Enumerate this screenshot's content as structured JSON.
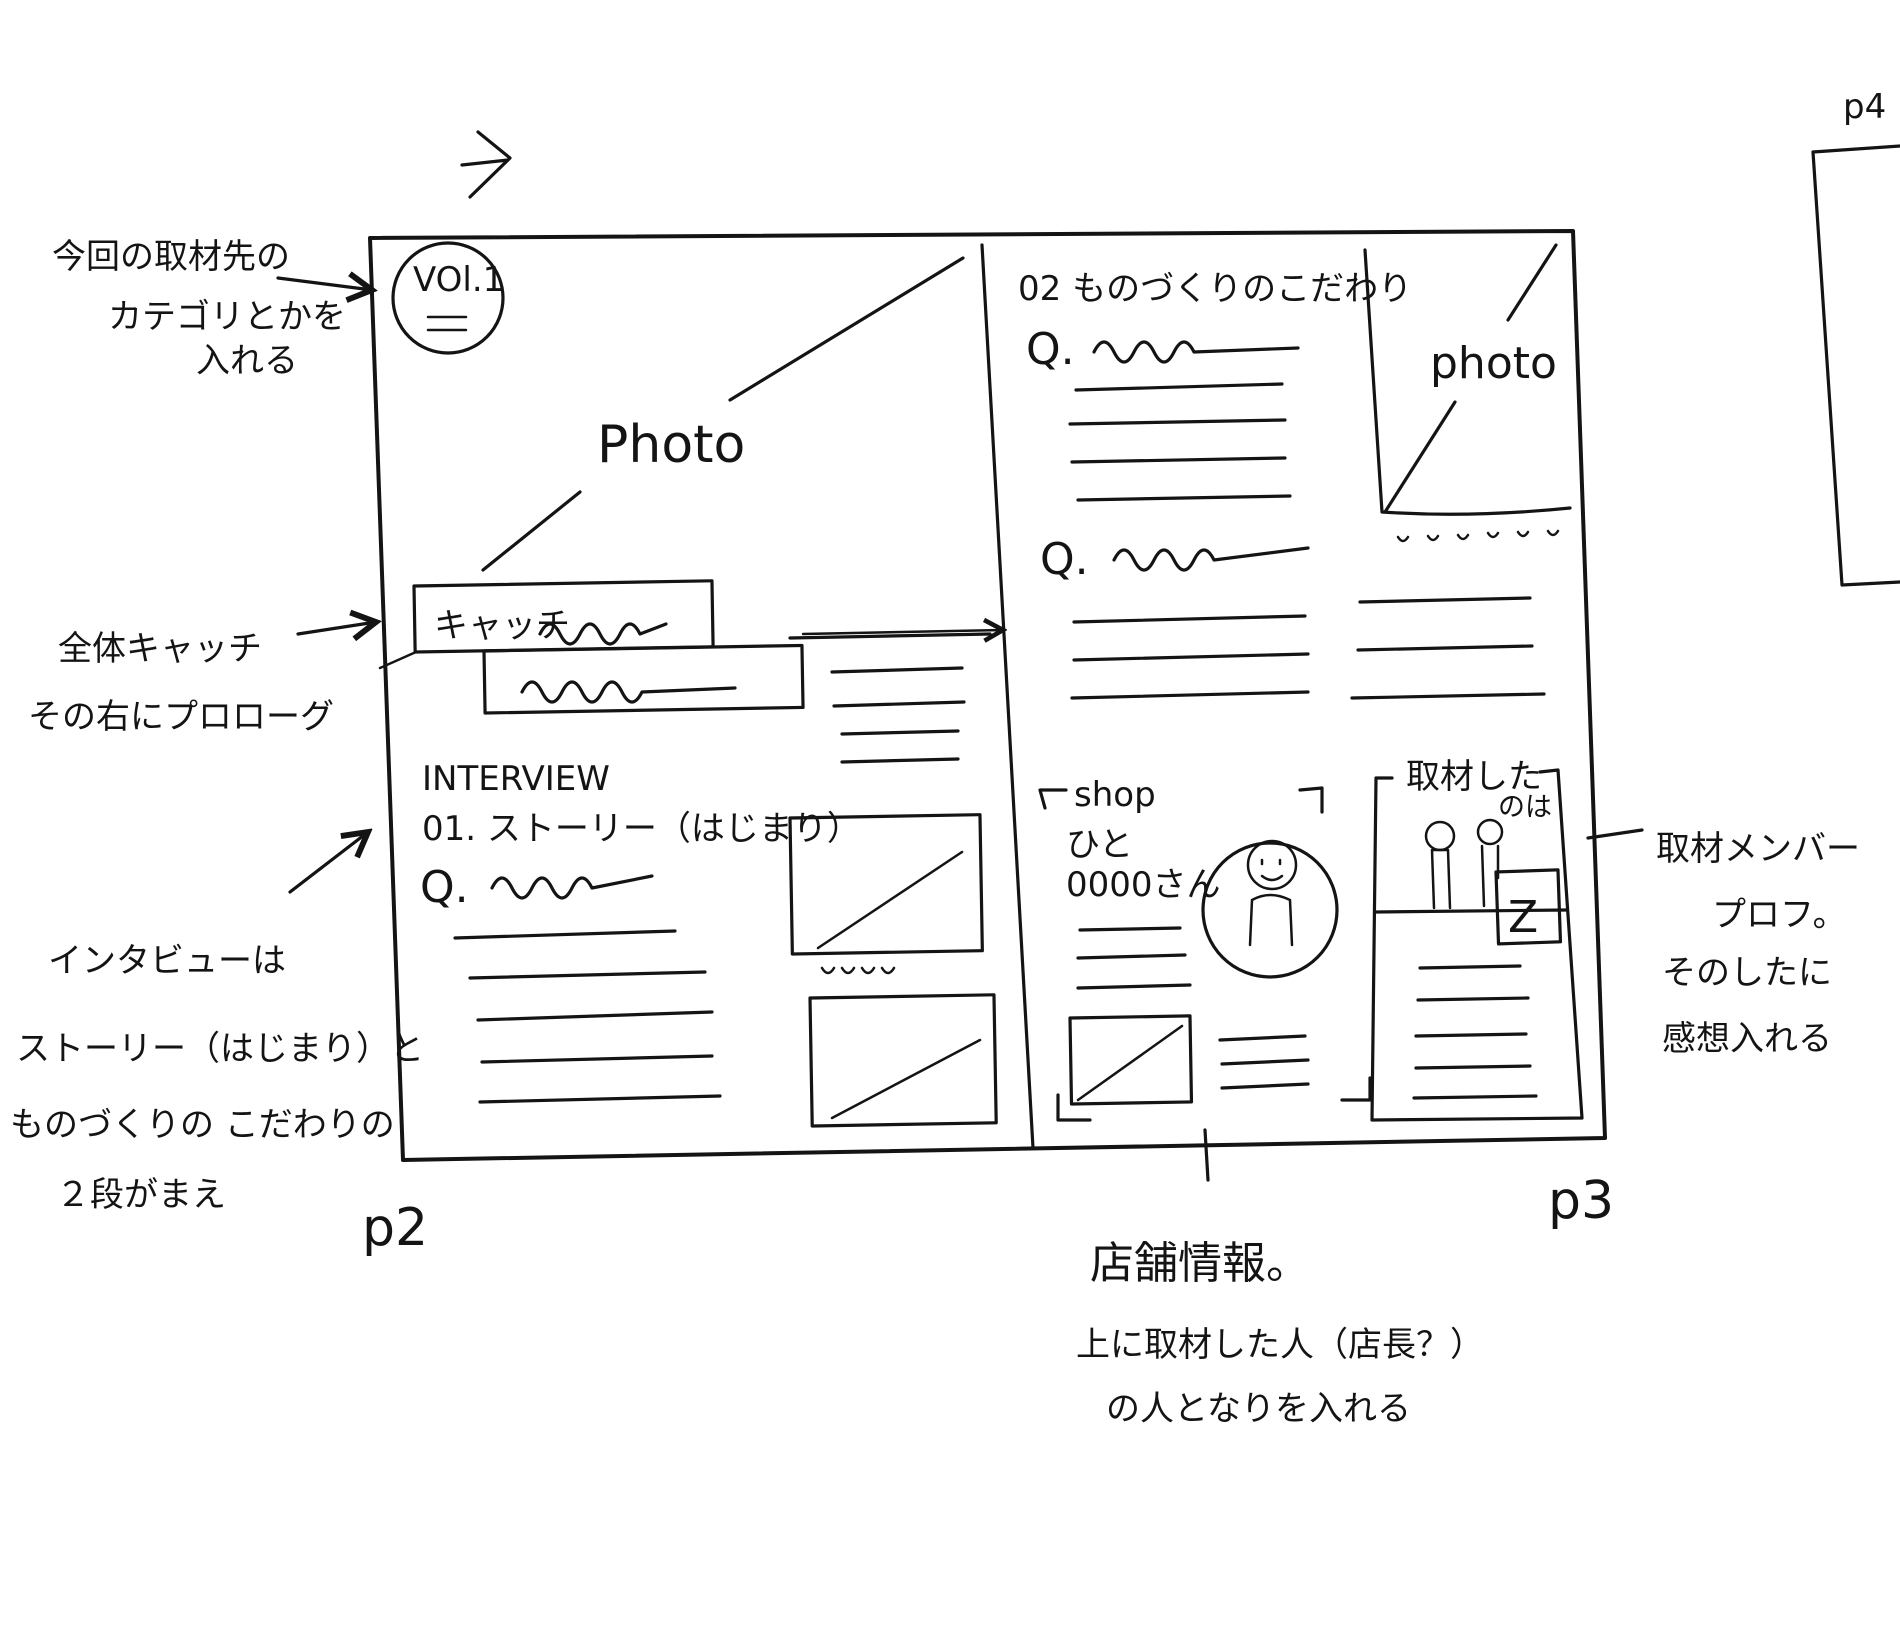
{
  "annotations": {
    "category_note": [
      "今回の取材先の",
      "カテゴリとかを",
      "入れる"
    ],
    "catch_note": [
      "全体キャッチ",
      "その右にプロローグ"
    ],
    "interview_note": [
      "インタビューは",
      "ストーリー（はじまり）と",
      "ものづくりの こだわりの",
      "２段がまえ"
    ],
    "shop_note": [
      "店舗情報。",
      "上に取材した人（店長？）",
      "の人となりを入れる"
    ],
    "member_note": [
      "取材メンバー",
      "プロフ。",
      "そのしたに",
      "感想入れる"
    ]
  },
  "left_page": {
    "vol_label": "VOl.1",
    "photo_label": "Photo",
    "catch_label": "キャッチ",
    "interview_label": "INTERVIEW",
    "story_heading": "01. ストーリー（はじまり）",
    "q_label": "Q.",
    "page_number": "p2"
  },
  "right_page": {
    "kodawari_heading": "02 ものづくりのこだわり",
    "q_label_1": "Q.",
    "q_label_2": "Q.",
    "photo_label": "photo",
    "shop_label": "shop",
    "person_label_1": "ひと",
    "person_label_2": "0000さん",
    "member_label_1": "取材した",
    "member_label_2": "のは",
    "member_badge": "Z",
    "page_number": "p3",
    "next_page_number": "p4"
  }
}
